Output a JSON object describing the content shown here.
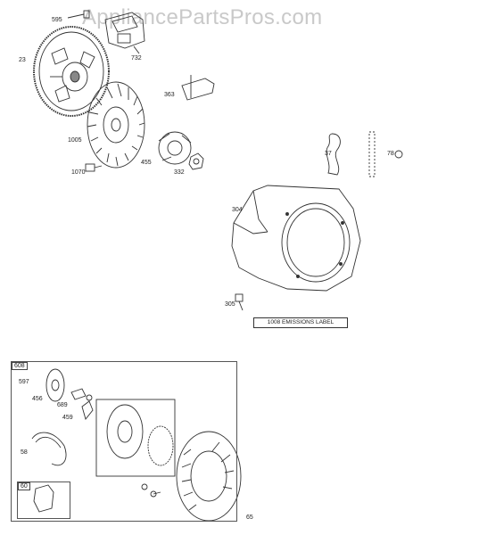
{
  "watermark": "AppliancePartsPros.com",
  "emissions_label": "1008 EMISSIONS LABEL",
  "parts": {
    "p595": "595",
    "p23": "23",
    "p732": "732",
    "p363": "363",
    "p1005": "1005",
    "p455": "455",
    "p1070": "1070",
    "p332": "332",
    "p37": "37",
    "p78": "78",
    "p304": "304",
    "p305": "305",
    "p608": "608",
    "p597": "597",
    "p456": "456",
    "p689": "689",
    "p459": "459",
    "p58": "58",
    "p60": "60",
    "p65": "65"
  }
}
